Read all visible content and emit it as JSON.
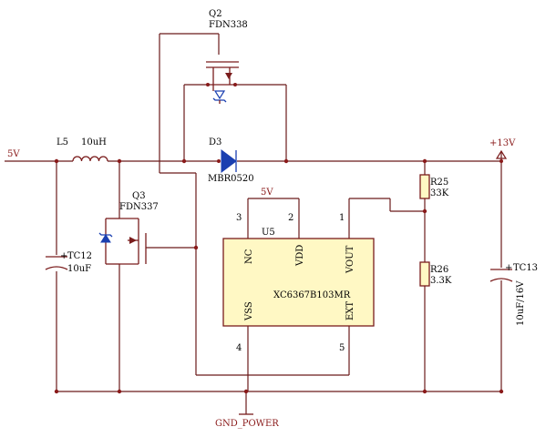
{
  "colors": {
    "wire": "#6b1a1a",
    "component": "#7a1c1c",
    "diode_and_zener": "#1a3fb0",
    "ic_fill": "#fff8c4",
    "label": "#000000",
    "net_label": "#8a1a1a"
  },
  "labels": {
    "net_5v_input": "5V",
    "net_5v_ic": "5V",
    "net_13v_output": "+13V",
    "gnd": "GND_POWER",
    "l5_ref": "L5",
    "l5_value": "10uH",
    "q2_ref": "Q2",
    "q2_part": "FDN338",
    "q3_ref": "Q3",
    "q3_part": "FDN337",
    "d3_ref": "D3",
    "d3_part": "MBR0520",
    "u5_ref": "U5",
    "u5_part": "XC6367B103MR",
    "tc12_ref": "TC12",
    "tc12_value": "10uF",
    "tc13_ref": "TC13",
    "tc13_value": "10uF/16V",
    "r25_ref": "R25",
    "r25_value": "33K",
    "r26_ref": "R26",
    "r26_value": "3.3K",
    "pin_nc": "NC",
    "pin_vdd": "VDD",
    "pin_vout": "VOUT",
    "pin_vss": "VSS",
    "pin_ext": "EXT",
    "pin_num_3": "3",
    "pin_num_2": "2",
    "pin_num_1": "1",
    "pin_num_4": "4",
    "pin_num_5": "5",
    "plus_tc12": "+",
    "plus_tc13": "+"
  }
}
